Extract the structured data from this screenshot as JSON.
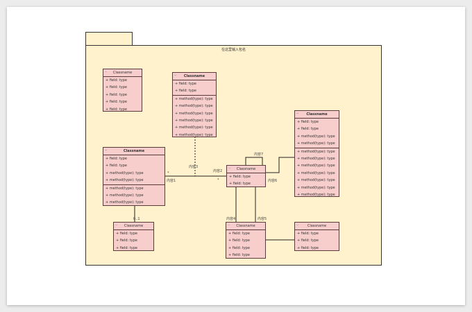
{
  "package": {
    "title": "在这里输入包名"
  },
  "classes": {
    "c1": {
      "name": "Classname",
      "fields": [
        "+ field: type",
        "+ field: type",
        "+ field: type",
        "+ field: type",
        "+ field: type"
      ],
      "methods": []
    },
    "c2": {
      "name": "Classname",
      "fields": [
        "+ field: type",
        "+ field: type"
      ],
      "methods": [
        "+ method(type): type",
        "+ method(type): type",
        "+ method(type): type",
        "+ method(type): type",
        "+ method(type): type",
        "+ method(type): type"
      ]
    },
    "c3": {
      "name": "Classname",
      "fields": [
        "+ field: type",
        "+ field: type",
        "+ method(type): type",
        "+ method(type): type"
      ],
      "methods": [
        "+ method(type): type",
        "+ method(type): type",
        "+ method(type): type"
      ]
    },
    "c4": {
      "name": "Classname",
      "fields": [
        "+ field: type",
        "+ field: type",
        "+ field: type"
      ],
      "methods": []
    },
    "c5": {
      "name": "Classname",
      "fields": [
        "+ field: type",
        "+ field: type"
      ],
      "methods": []
    },
    "c6": {
      "name": "Classname",
      "fields": [
        "+ field: type",
        "+ field: type",
        "+ method(type): type",
        "+ method(type): type"
      ],
      "methods": [
        "+ method(type): type",
        "+ method(type): type",
        "+ method(type): type",
        "+ method(type): type",
        "+ method(type): type",
        "+ method(type): type",
        "+ method(type): type"
      ]
    },
    "c7": {
      "name": "Classname",
      "fields": [
        "+ field: type",
        "+ field: type",
        "+ field: type",
        "+ field: type"
      ],
      "methods": []
    },
    "c8": {
      "name": "Classname",
      "fields": [
        "+ field: type",
        "+ field: type",
        "+ field: type"
      ],
      "methods": []
    }
  },
  "labels": {
    "assoc1": "内容1",
    "assoc2": "内容2",
    "assoc3": "内容3",
    "assoc4": "内容4",
    "assoc5": "内容5",
    "assoc6": "内容6",
    "assoc7": "内容7",
    "mult_star_left": "*",
    "mult_star_right": "*",
    "mult_01": "0..1"
  }
}
